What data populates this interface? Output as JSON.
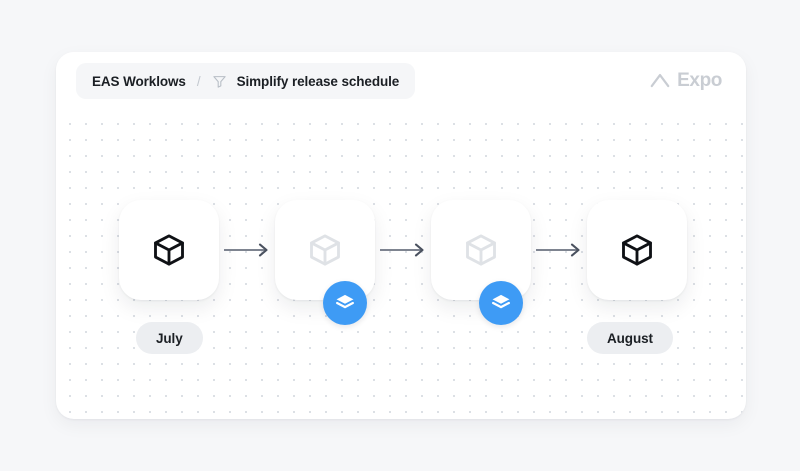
{
  "page": {
    "background_color": "#f6f7f9"
  },
  "panel": {
    "background_color": "#ffffff"
  },
  "header": {
    "breadcrumb": {
      "root_label": "EAS Worklows",
      "separator": "/",
      "filter_icon": "funnel-icon",
      "leaf_label": "Simplify release schedule"
    },
    "brand": {
      "mark_icon": "expo-chevron-logo",
      "name": "Expo",
      "color": "#c9cdd3"
    }
  },
  "flow": {
    "accent_color": "#3e9bf5",
    "arrow_color": "#6b7280",
    "nodes": [
      {
        "id": "node-1",
        "icon": "cube-icon",
        "state": "active",
        "has_badge": false,
        "badge_icon": "",
        "month_label": "July"
      },
      {
        "id": "node-2",
        "icon": "cube-icon",
        "state": "muted",
        "has_badge": true,
        "badge_icon": "layers-icon",
        "month_label": ""
      },
      {
        "id": "node-3",
        "icon": "cube-icon",
        "state": "muted",
        "has_badge": true,
        "badge_icon": "layers-icon",
        "month_label": ""
      },
      {
        "id": "node-4",
        "icon": "cube-icon",
        "state": "active",
        "has_badge": false,
        "badge_icon": "",
        "month_label": "August"
      }
    ],
    "connectors": [
      {
        "id": "arrow-1",
        "icon": "arrow-right-icon"
      },
      {
        "id": "arrow-2",
        "icon": "arrow-right-icon"
      },
      {
        "id": "arrow-3",
        "icon": "arrow-right-icon"
      }
    ]
  }
}
